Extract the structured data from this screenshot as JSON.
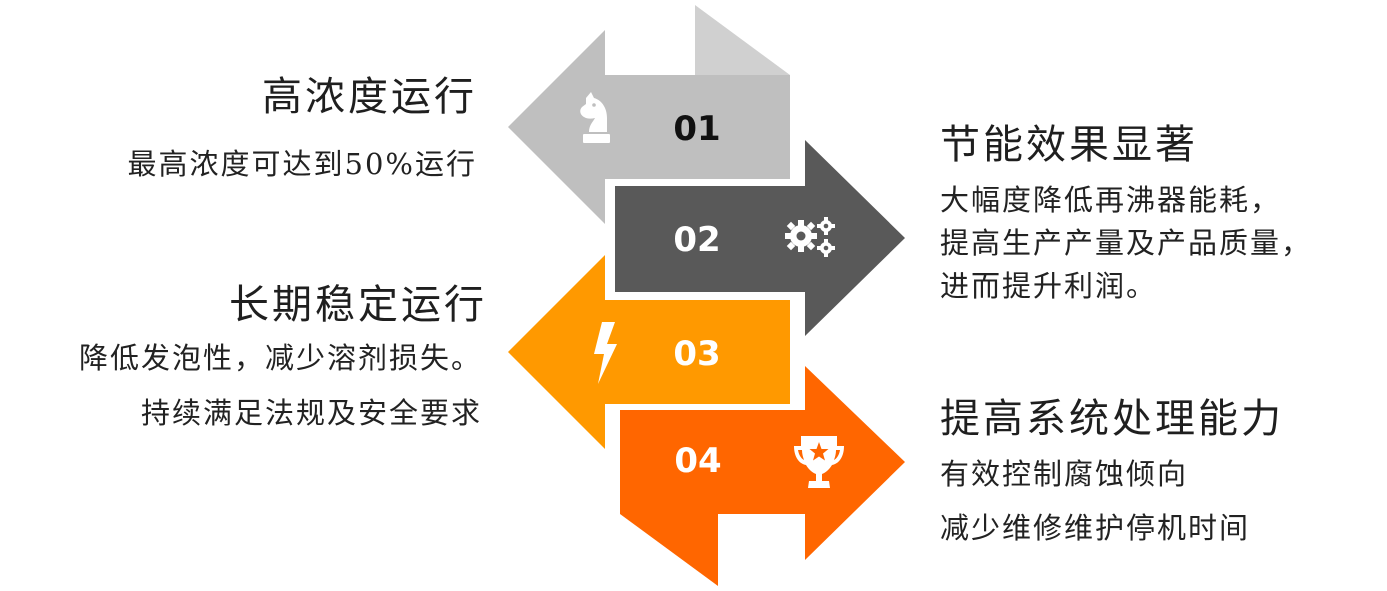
{
  "steps": [
    {
      "number": "01",
      "icon": "chess-knight-icon",
      "color": "#bfbfbf",
      "number_color": "#111111",
      "heading": "高浓度运行",
      "lines": [
        "最高浓度可达到50%运行"
      ]
    },
    {
      "number": "02",
      "icon": "gears-icon",
      "color": "#595959",
      "number_color": "#ffffff",
      "heading": "节能效果显著",
      "lines": [
        "大幅度降低再沸器能耗，",
        "提高生产产量及产品质量，",
        "进而提升利润。"
      ]
    },
    {
      "number": "03",
      "icon": "lightning-bolt-icon",
      "color": "#ff9900",
      "number_color": "#ffffff",
      "heading": "长期稳定运行",
      "lines": [
        "降低发泡性，减少溶剂损失。",
        "持续满足法规及安全要求"
      ]
    },
    {
      "number": "04",
      "icon": "trophy-icon",
      "color": "#ff6600",
      "number_color": "#ffffff",
      "heading": "提高系统处理能力",
      "lines": [
        "有效控制腐蚀倾向",
        "减少维修维护停机时间"
      ]
    }
  ]
}
